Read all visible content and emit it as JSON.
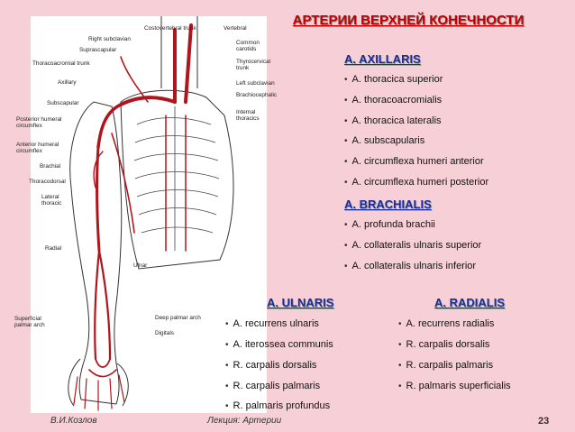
{
  "slide": {
    "title": "АРТЕРИИ  ВЕРХНЕЙ  КОНЕЧНОСТИ",
    "figure_labels": {
      "costovertebral_trunk": "Costovertebral trunk",
      "right_subclavian": "Right subclavian",
      "suprascapular": "Suprascapular",
      "thoracoacromial_trunk": "Thoracoacromial trunk",
      "axillary": "Axillary",
      "subscapular": "Subscapular",
      "posterior_humeral_1": "Posterior humeral",
      "posterior_humeral_2": "circumflex",
      "anterior_humeral_1": "Anterior humeral",
      "anterior_humeral_2": "circumflex",
      "brachial": "Brachial",
      "thoracodorsal": "Thoracodorsal",
      "lateral_thoracic_1": "Lateral",
      "lateral_thoracic_2": "thoracic",
      "radial": "Radial",
      "ulnar": "Ulnar",
      "superficial_palmar_1": "Superficial",
      "superficial_palmar_2": "palmar arch",
      "deep_palmar": "Deep palmar arch",
      "digitals": "Digitals",
      "vertebral": "Vertebral",
      "common_carotids_1": "Common",
      "common_carotids_2": "carotids",
      "thyrocervical_1": "Thyrocervical",
      "thyrocervical_2": "trunk",
      "left_subclavian": "Left subclavian",
      "brachiocephalic": "Brachiocephalic",
      "internal_thoracics_1": "Internal",
      "internal_thoracics_2": "thoracics"
    },
    "axillaris": {
      "heading": "A. AXILLARIS",
      "items": [
        "A. thoracica superior",
        "A. thoracoacromialis",
        "A. thoracica lateralis",
        "A. subscapularis",
        "A. circumflexa humeri anterior",
        "A. circumflexa humeri posterior"
      ]
    },
    "brachialis": {
      "heading": "A. BRACHIALIS",
      "items": [
        "A. profunda brachii",
        "A. collateralis ulnaris superior",
        "A. collateralis ulnaris inferior"
      ]
    },
    "ulnaris": {
      "heading": "A. ULNARIS",
      "items": [
        "A. recurrens ulnaris",
        "A. iterossea communis",
        "R. carpalis dorsalis",
        "R. carpalis palmaris",
        "R. palmaris profundus"
      ]
    },
    "radialis": {
      "heading": "A. RADIALIS",
      "items": [
        "A. recurrens radialis",
        "R. carpalis dorsalis",
        "R. carpalis palmaris",
        "R. palmaris superficialis"
      ]
    },
    "footer": {
      "author": "В.И.Козлов",
      "lecture": "Лекция: Артерии",
      "page": "23"
    },
    "colors": {
      "title": "#c00000",
      "heading": "#1c2a9a",
      "artery": "#b0151b",
      "background": "#f7cfd6"
    }
  }
}
